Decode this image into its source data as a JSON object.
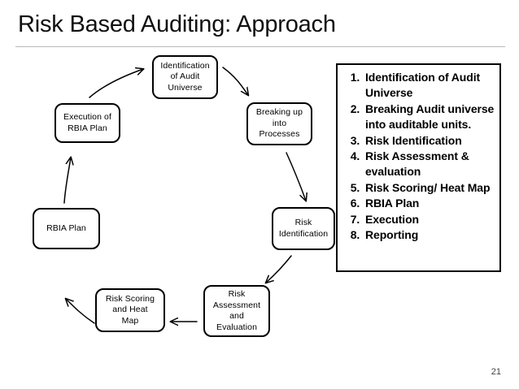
{
  "slide": {
    "title": "Risk Based Auditing: Approach",
    "page_number": "21"
  },
  "diagram": {
    "type": "cycle-flowchart",
    "node_count": 7,
    "nodes": [
      {
        "id": "identification",
        "label": "Identification\nof Audit\nUniverse"
      },
      {
        "id": "breaking",
        "label": "Breaking up\ninto\nProcesses"
      },
      {
        "id": "risk-identification",
        "label": "Risk\nIdentification"
      },
      {
        "id": "assessment",
        "label": "Risk\nAssessment\nand\nEvaluation"
      },
      {
        "id": "scoring",
        "label": "Risk Scoring\nand Heat\nMap"
      },
      {
        "id": "rbia-plan",
        "label": "RBIA Plan"
      },
      {
        "id": "execution",
        "label": "Execution of\nRBIA Plan"
      }
    ],
    "edges": [
      {
        "from": "identification",
        "to": "breaking"
      },
      {
        "from": "breaking",
        "to": "risk-identification"
      },
      {
        "from": "risk-identification",
        "to": "assessment"
      },
      {
        "from": "assessment",
        "to": "scoring"
      },
      {
        "from": "scoring",
        "to": "rbia-plan"
      },
      {
        "from": "rbia-plan",
        "to": "execution"
      },
      {
        "from": "execution",
        "to": "identification"
      }
    ]
  },
  "steps_panel": {
    "items": [
      "Identification of Audit Universe",
      "Breaking Audit universe into auditable units.",
      "Risk Identification",
      "Risk Assessment & evaluation",
      "Risk Scoring/ Heat Map",
      "RBIA Plan",
      "Execution",
      "Reporting"
    ]
  },
  "colors": {
    "background": "#ffffff",
    "text": "#000000",
    "rule": "#b8b8b8",
    "stroke": "#000000"
  }
}
